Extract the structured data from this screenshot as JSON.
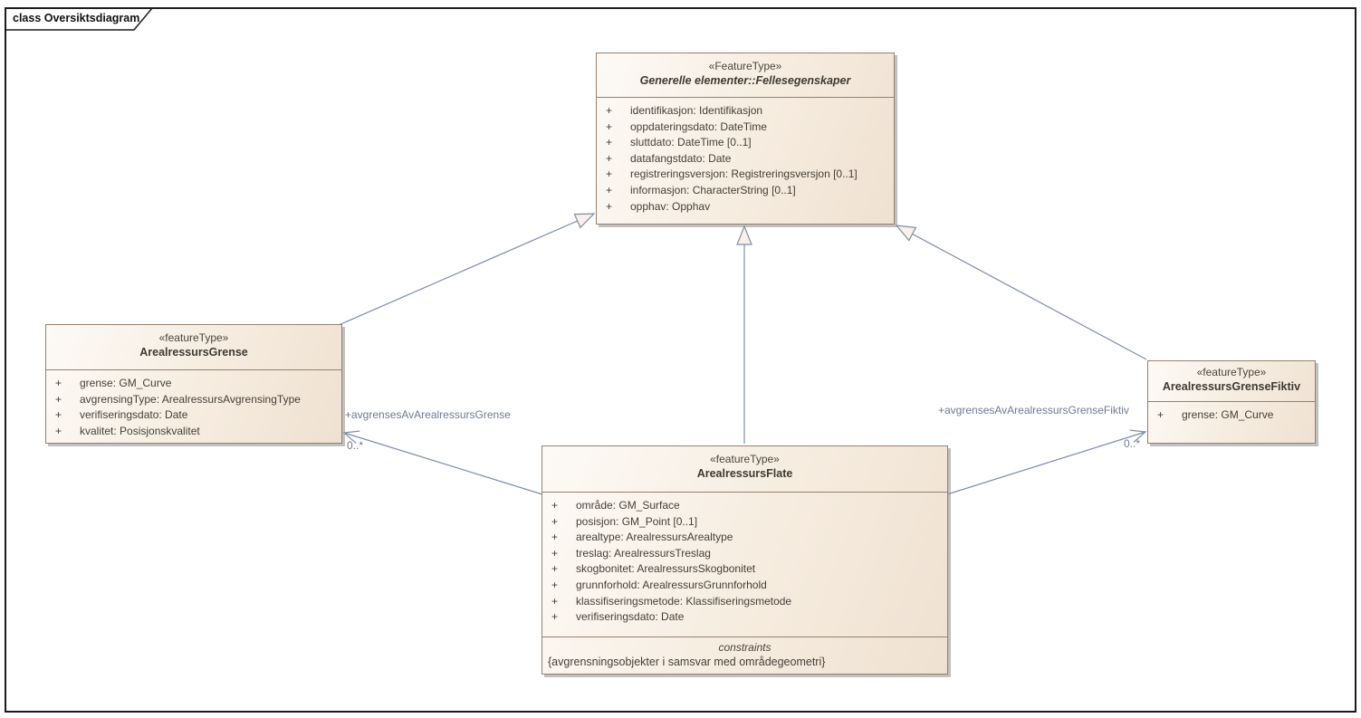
{
  "diagram": {
    "title": "class Oversiktsdiagram"
  },
  "colors": {
    "connector_line": "#7f8cab",
    "box_border": "#95816f",
    "box_fill_light": "#fdfaf6",
    "box_fill_dark": "#efe1d2",
    "connector_label_text": "#6f7a90",
    "class_text": "#443f37",
    "frame_border": "#1c1c1c"
  },
  "classes": {
    "fellesegenskaper": {
      "stereotype": "«FeatureType»",
      "name": "Generelle elementer::Fellesegenskaper",
      "attributes": [
        {
          "vis": "+",
          "text": "identifikasjon: Identifikasjon"
        },
        {
          "vis": "+",
          "text": "oppdateringsdato: DateTime"
        },
        {
          "vis": "+",
          "text": "sluttdato: DateTime [0..1]"
        },
        {
          "vis": "+",
          "text": "datafangstdato: Date"
        },
        {
          "vis": "+",
          "text": "registreringsversjon: Registreringsversjon [0..1]"
        },
        {
          "vis": "+",
          "text": "informasjon: CharacterString [0..1]"
        },
        {
          "vis": "+",
          "text": "opphav: Opphav"
        }
      ]
    },
    "grense": {
      "stereotype": "«featureType»",
      "name": "ArealressursGrense",
      "attributes": [
        {
          "vis": "+",
          "text": "grense: GM_Curve"
        },
        {
          "vis": "+",
          "text": "avgrensingType: ArealressursAvgrensingType"
        },
        {
          "vis": "+",
          "text": "verifiseringsdato: Date"
        },
        {
          "vis": "+",
          "text": "kvalitet: Posisjonskvalitet"
        }
      ]
    },
    "grensefiktiv": {
      "stereotype": "«featureType»",
      "name": "ArealressursGrenseFiktiv",
      "attributes": [
        {
          "vis": "+",
          "text": "grense: GM_Curve"
        }
      ]
    },
    "flate": {
      "stereotype": "«featureType»",
      "name": "ArealressursFlate",
      "attributes": [
        {
          "vis": "+",
          "text": "område: GM_Surface"
        },
        {
          "vis": "+",
          "text": "posisjon: GM_Point [0..1]"
        },
        {
          "vis": "+",
          "text": "arealtype: ArealressursArealtype"
        },
        {
          "vis": "+",
          "text": "treslag: ArealressursTreslag"
        },
        {
          "vis": "+",
          "text": "skogbonitet: ArealressursSkogbonitet"
        },
        {
          "vis": "+",
          "text": "grunnforhold: ArealressursGrunnforhold"
        },
        {
          "vis": "+",
          "text": "klassifiseringsmetode: Klassifiseringsmetode"
        },
        {
          "vis": "+",
          "text": "verifiseringsdato: Date"
        }
      ],
      "constraints_label": "constraints",
      "constraint_text": "{avgrensningsobjekter i samsvar med områdegeometri}"
    }
  },
  "associations": {
    "grense": {
      "role": "+avgrensesAvArealressursGrense",
      "multiplicity": "0..*"
    },
    "grensefiktiv": {
      "role": "+avgrensesAvArealressursGrenseFiktiv",
      "multiplicity": "0..*"
    }
  }
}
